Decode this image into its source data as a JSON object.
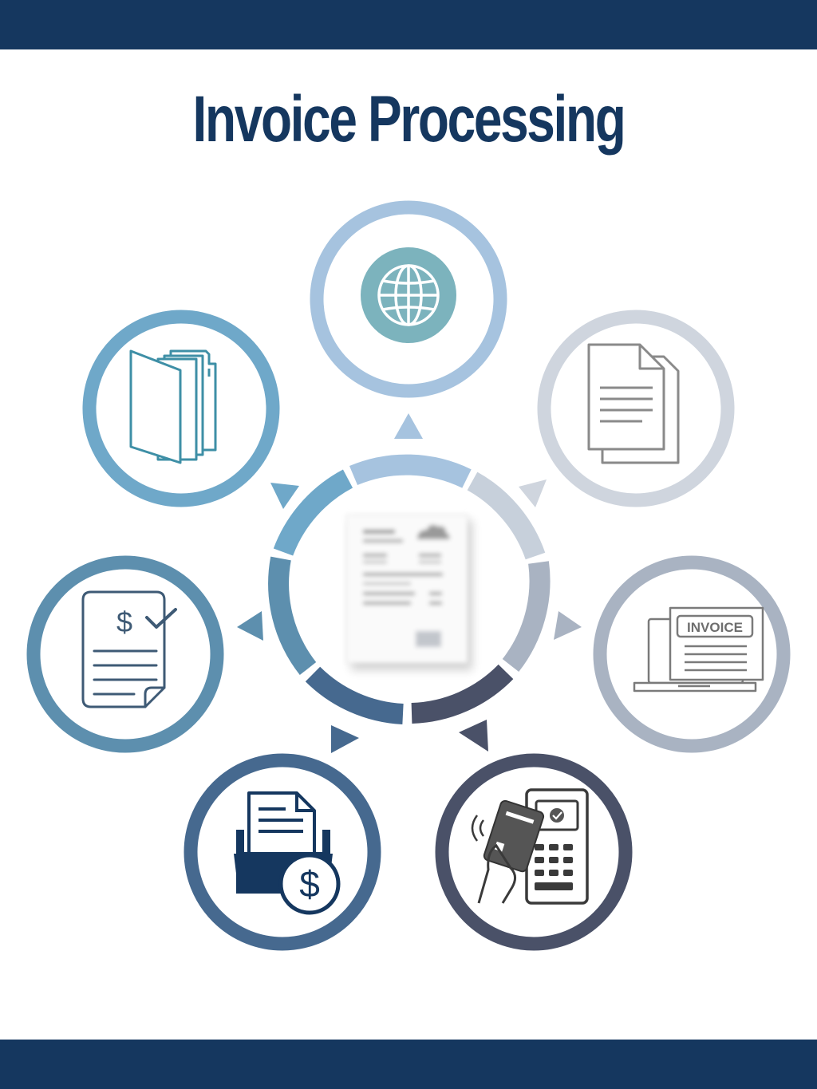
{
  "title": "Invoice Processing",
  "colors": {
    "brand_navy": "#15375f",
    "ring_globe": "#a6c3df",
    "ring_folder": "#6fa8c9",
    "ring_approval": "#5d8fae",
    "ring_payment_folder": "#46698f",
    "ring_card_terminal": "#4a5168",
    "ring_online_invoice": "#a9b3c2",
    "ring_documents": "#cfd5de"
  },
  "steps": [
    {
      "id": "globe",
      "icon": "globe-icon"
    },
    {
      "id": "documents",
      "icon": "documents-icon"
    },
    {
      "id": "online-invoice",
      "icon": "laptop-invoice-icon",
      "label": "INVOICE"
    },
    {
      "id": "card-payment",
      "icon": "card-terminal-icon"
    },
    {
      "id": "payment-folder",
      "icon": "folder-dollar-icon",
      "symbol": "$"
    },
    {
      "id": "approval",
      "icon": "dollar-check-document-icon",
      "symbol": "$"
    },
    {
      "id": "filing",
      "icon": "folder-files-icon"
    }
  ],
  "center": {
    "icon": "invoice-document-icon"
  }
}
